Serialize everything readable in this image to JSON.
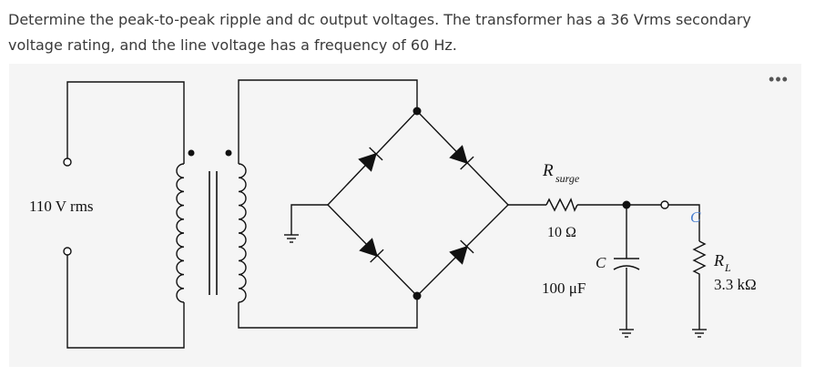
{
  "question": {
    "text": "Determine the peak-to-peak ripple and dc output voltages. The transformer has a 36 Vrms secondary voltage rating, and the line voltage has a frequency of 60 Hz."
  },
  "figure": {
    "more_label": "•••",
    "source_label": "110 V rms",
    "rsurge_symbol": "R",
    "rsurge_sub": "surge",
    "rsurge_value": "10 Ω",
    "node_label": "C",
    "cap_symbol": "C",
    "cap_value": "100 μF",
    "load_symbol": "R",
    "load_sub": "L",
    "load_value": "3.3 kΩ",
    "colors": {
      "wire": "#111111",
      "node_c": "#4a7fd0",
      "background": "#f5f5f5"
    }
  }
}
